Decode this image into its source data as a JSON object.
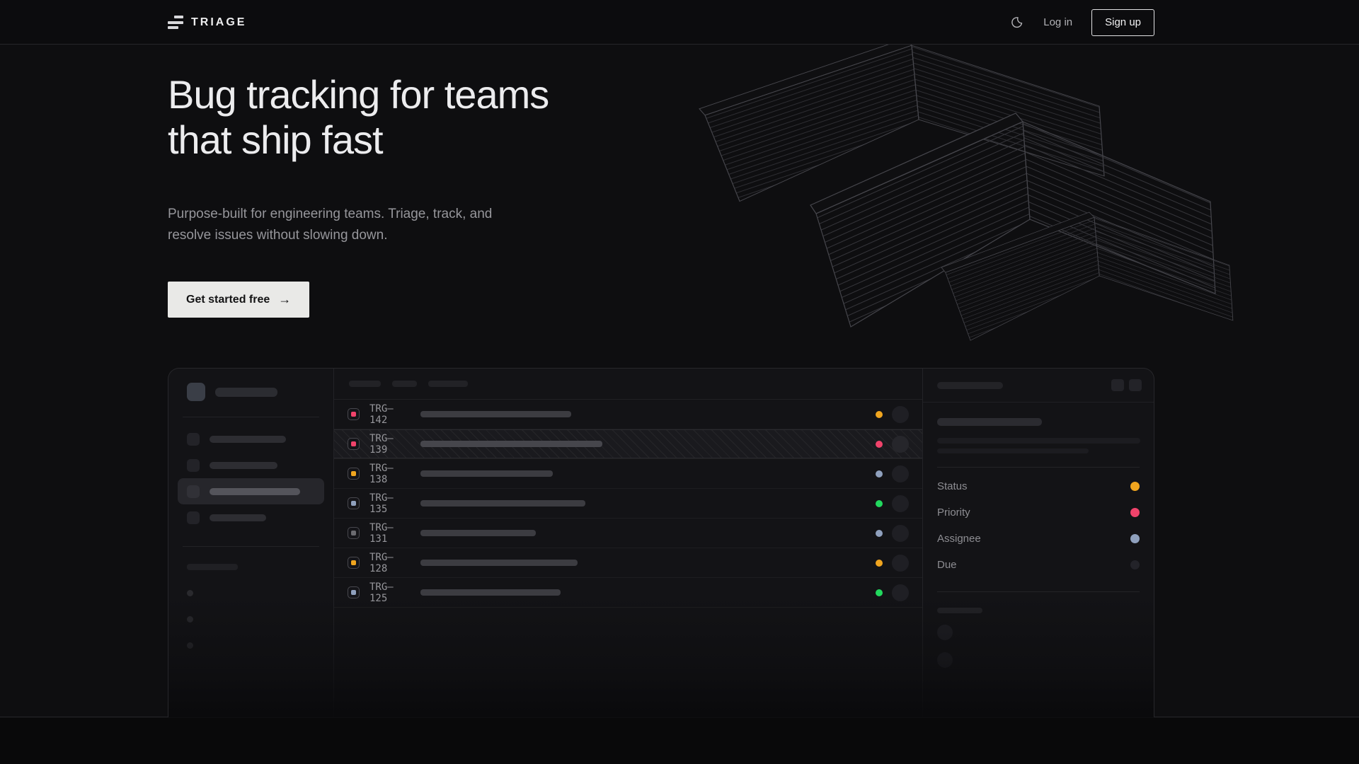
{
  "brand": {
    "name": "TRIAGE"
  },
  "nav": {
    "theme_icon": "moon-icon",
    "login_label": "Log in",
    "signup_label": "Sign up"
  },
  "hero": {
    "heading_line1": "Bug tracking for teams",
    "heading_line2": "that ship fast",
    "subtext_line1": "Purpose-built for engineering teams. Triage, track, and",
    "subtext_line2": "resolve issues without slowing down.",
    "cta_label": "Get started free",
    "cta_arrow": "→"
  },
  "colors": {
    "amber": "#f0a51f",
    "pink": "#f0436b",
    "green": "#22d95e",
    "lavender": "#8fa0bd",
    "muted": "#6b6b70",
    "dark": "#232329"
  },
  "app_preview": {
    "sidebar": {
      "item_bar_widths": [
        108,
        96,
        128,
        80
      ],
      "active_index": 2,
      "footer_dot_count": 3
    },
    "list_header_pill_widths": [
      45,
      35,
      56
    ],
    "issues": [
      {
        "id": "TRG–142",
        "icon_color": "#f0436b",
        "status_color": "#f0a51f",
        "title_width": 213,
        "selected": false
      },
      {
        "id": "TRG–139",
        "icon_color": "#f0436b",
        "status_color": "#f0436b",
        "title_width": 257,
        "selected": true
      },
      {
        "id": "TRG–138",
        "icon_color": "#f0a51f",
        "status_color": "#8fa0bd",
        "title_width": 187,
        "selected": false
      },
      {
        "id": "TRG–135",
        "icon_color": "#8fa0bd",
        "status_color": "#22d95e",
        "title_width": 233,
        "selected": false
      },
      {
        "id": "TRG–131",
        "icon_color": "#6b6b70",
        "status_color": "#8fa0bd",
        "title_width": 163,
        "selected": false
      },
      {
        "id": "TRG–128",
        "icon_color": "#f0a51f",
        "status_color": "#f0a51f",
        "title_width": 222,
        "selected": false
      },
      {
        "id": "TRG–125",
        "icon_color": "#8fa0bd",
        "status_color": "#22d95e",
        "title_width": 198,
        "selected": false
      }
    ],
    "detail_fields": [
      {
        "label": "Status",
        "dot_color": "#f0a51f"
      },
      {
        "label": "Priority",
        "dot_color": "#f0436b"
      },
      {
        "label": "Assignee",
        "dot_color": "#8fa0bd"
      },
      {
        "label": "Due",
        "dot_color": "#232329"
      }
    ]
  }
}
